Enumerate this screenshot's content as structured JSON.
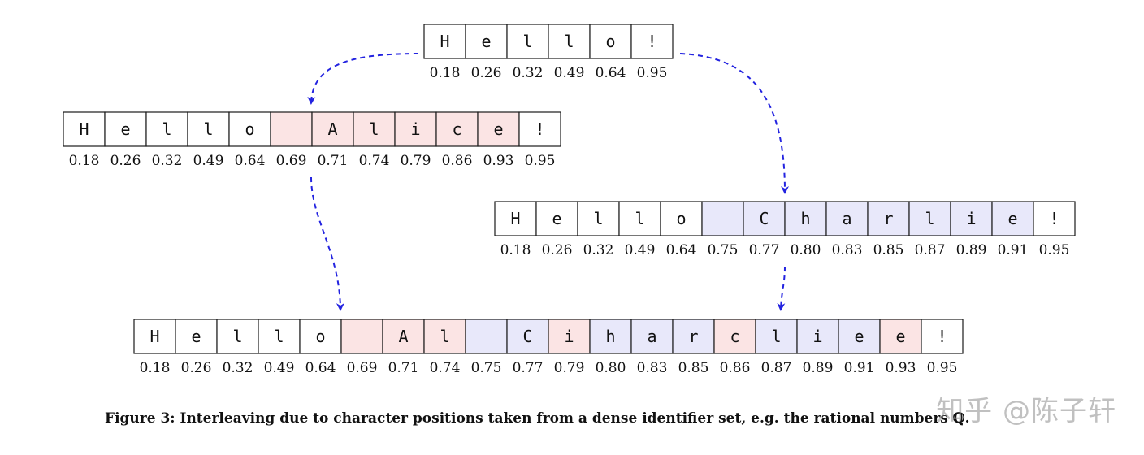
{
  "colors": {
    "pink": "#fbe4e4",
    "lavender": "#e8e8fa",
    "border": "#1a1a1a",
    "arrow": "#2323e0"
  },
  "sequences": [
    {
      "id": "seq-hello",
      "cells": [
        {
          "ch": "H",
          "pos": "0.18",
          "fill": "none"
        },
        {
          "ch": "e",
          "pos": "0.26",
          "fill": "none"
        },
        {
          "ch": "l",
          "pos": "0.32",
          "fill": "none"
        },
        {
          "ch": "l",
          "pos": "0.49",
          "fill": "none"
        },
        {
          "ch": "o",
          "pos": "0.64",
          "fill": "none"
        },
        {
          "ch": "!",
          "pos": "0.95",
          "fill": "none"
        }
      ]
    },
    {
      "id": "seq-alice",
      "cells": [
        {
          "ch": "H",
          "pos": "0.18",
          "fill": "none"
        },
        {
          "ch": "e",
          "pos": "0.26",
          "fill": "none"
        },
        {
          "ch": "l",
          "pos": "0.32",
          "fill": "none"
        },
        {
          "ch": "l",
          "pos": "0.49",
          "fill": "none"
        },
        {
          "ch": "o",
          "pos": "0.64",
          "fill": "none"
        },
        {
          "ch": " ",
          "pos": "0.69",
          "fill": "pink"
        },
        {
          "ch": "A",
          "pos": "0.71",
          "fill": "pink"
        },
        {
          "ch": "l",
          "pos": "0.74",
          "fill": "pink"
        },
        {
          "ch": "i",
          "pos": "0.79",
          "fill": "pink"
        },
        {
          "ch": "c",
          "pos": "0.86",
          "fill": "pink"
        },
        {
          "ch": "e",
          "pos": "0.93",
          "fill": "pink"
        },
        {
          "ch": "!",
          "pos": "0.95",
          "fill": "none"
        }
      ]
    },
    {
      "id": "seq-charlie",
      "cells": [
        {
          "ch": "H",
          "pos": "0.18",
          "fill": "none"
        },
        {
          "ch": "e",
          "pos": "0.26",
          "fill": "none"
        },
        {
          "ch": "l",
          "pos": "0.32",
          "fill": "none"
        },
        {
          "ch": "l",
          "pos": "0.49",
          "fill": "none"
        },
        {
          "ch": "o",
          "pos": "0.64",
          "fill": "none"
        },
        {
          "ch": " ",
          "pos": "0.75",
          "fill": "lavender"
        },
        {
          "ch": "C",
          "pos": "0.77",
          "fill": "lavender"
        },
        {
          "ch": "h",
          "pos": "0.80",
          "fill": "lavender"
        },
        {
          "ch": "a",
          "pos": "0.83",
          "fill": "lavender"
        },
        {
          "ch": "r",
          "pos": "0.85",
          "fill": "lavender"
        },
        {
          "ch": "l",
          "pos": "0.87",
          "fill": "lavender"
        },
        {
          "ch": "i",
          "pos": "0.89",
          "fill": "lavender"
        },
        {
          "ch": "e",
          "pos": "0.91",
          "fill": "lavender"
        },
        {
          "ch": "!",
          "pos": "0.95",
          "fill": "none"
        }
      ]
    },
    {
      "id": "seq-merged",
      "cells": [
        {
          "ch": "H",
          "pos": "0.18",
          "fill": "none"
        },
        {
          "ch": "e",
          "pos": "0.26",
          "fill": "none"
        },
        {
          "ch": "l",
          "pos": "0.32",
          "fill": "none"
        },
        {
          "ch": "l",
          "pos": "0.49",
          "fill": "none"
        },
        {
          "ch": "o",
          "pos": "0.64",
          "fill": "none"
        },
        {
          "ch": " ",
          "pos": "0.69",
          "fill": "pink"
        },
        {
          "ch": "A",
          "pos": "0.71",
          "fill": "pink"
        },
        {
          "ch": "l",
          "pos": "0.74",
          "fill": "pink"
        },
        {
          "ch": " ",
          "pos": "0.75",
          "fill": "lavender"
        },
        {
          "ch": "C",
          "pos": "0.77",
          "fill": "lavender"
        },
        {
          "ch": "i",
          "pos": "0.79",
          "fill": "pink"
        },
        {
          "ch": "h",
          "pos": "0.80",
          "fill": "lavender"
        },
        {
          "ch": "a",
          "pos": "0.83",
          "fill": "lavender"
        },
        {
          "ch": "r",
          "pos": "0.85",
          "fill": "lavender"
        },
        {
          "ch": "c",
          "pos": "0.86",
          "fill": "pink"
        },
        {
          "ch": "l",
          "pos": "0.87",
          "fill": "lavender"
        },
        {
          "ch": "i",
          "pos": "0.89",
          "fill": "lavender"
        },
        {
          "ch": "e",
          "pos": "0.91",
          "fill": "lavender"
        },
        {
          "ch": "e",
          "pos": "0.93",
          "fill": "pink"
        },
        {
          "ch": "!",
          "pos": "0.95",
          "fill": "none"
        }
      ]
    }
  ],
  "caption": "Figure 3: Interleaving due to character positions taken from a dense identifier set, e.g. the rational numbers ℚ.",
  "watermark": "知乎 @陈子轩"
}
